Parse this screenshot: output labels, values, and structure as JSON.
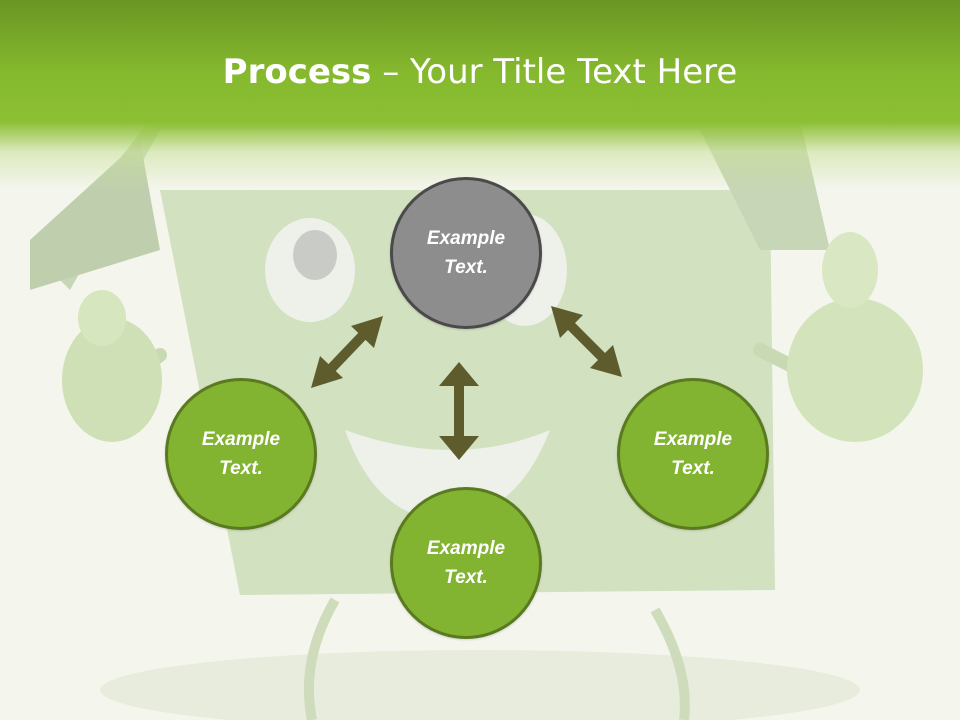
{
  "slide": {
    "title_bold": "Process",
    "title_dash": " – ",
    "title_rest": "Your Title Text Here"
  },
  "diagram": {
    "center_node": {
      "text": "Example Text."
    },
    "left_node": {
      "text": "Example Text."
    },
    "bottom_node": {
      "text": "Example Text."
    },
    "right_node": {
      "text": "Example Text."
    }
  },
  "colors": {
    "header_green": "#86ba2e",
    "node_green": "#82b432",
    "node_border": "#5a7a20",
    "center_gray": "#8d8d8d",
    "arrow_olive": "#5e5c2c"
  }
}
